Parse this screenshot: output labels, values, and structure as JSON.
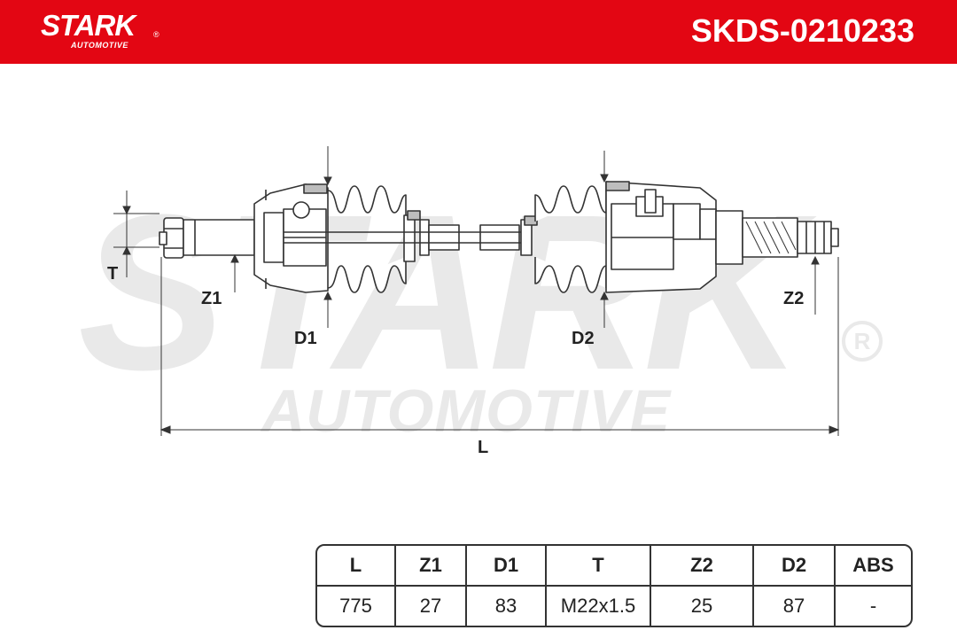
{
  "header": {
    "brand": "STARK",
    "brand_reg": "®",
    "brand_sub": "AUTOMOTIVE",
    "part_number": "SKDS-0210233",
    "color": "#e30613"
  },
  "watermark": {
    "main": "STARK",
    "reg": "R",
    "sub": "AUTOMOTIVE"
  },
  "dimensions": {
    "t": "T",
    "z1": "Z1",
    "d1": "D1",
    "d2": "D2",
    "z2": "Z2",
    "l": "L"
  },
  "specs": {
    "headers": [
      "L",
      "Z1",
      "D1",
      "T",
      "Z2",
      "D2",
      "ABS"
    ],
    "values": [
      "775",
      "27",
      "83",
      "M22x1.5",
      "25",
      "87",
      "-"
    ]
  }
}
